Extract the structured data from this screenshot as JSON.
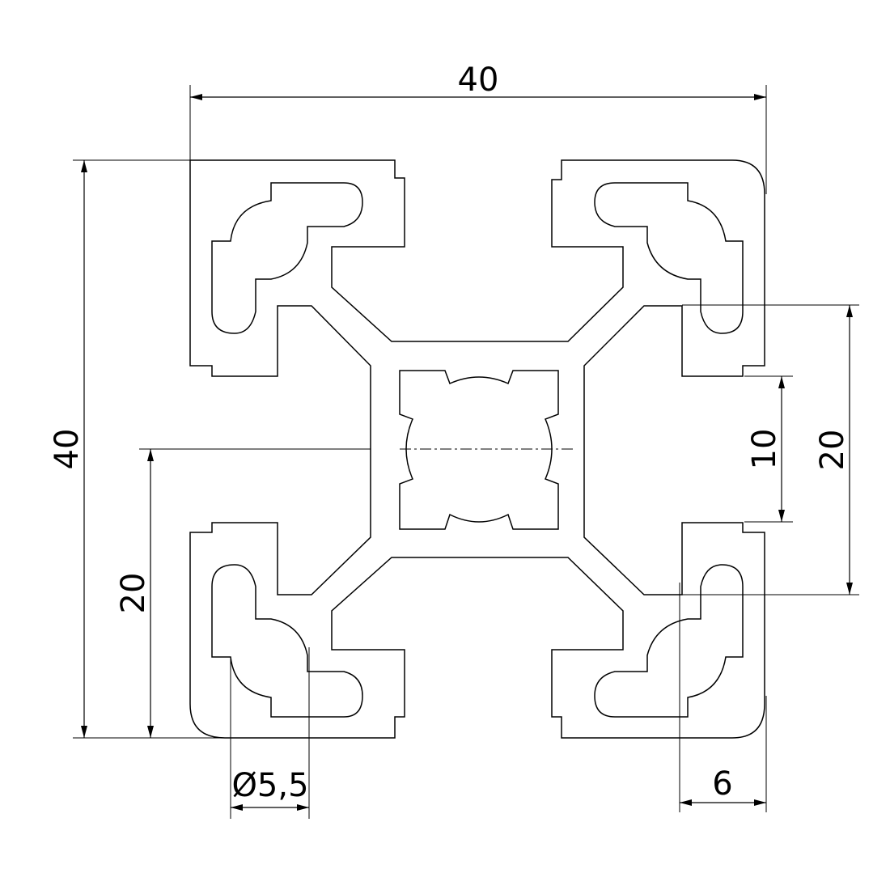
{
  "drawing": {
    "dimensions": {
      "top_width": "40",
      "left_height": "40",
      "right_outer": "20",
      "right_slot": "10",
      "left_lower": "20",
      "hole_diameter": "Ø5,5",
      "bottom_right": "6"
    }
  }
}
